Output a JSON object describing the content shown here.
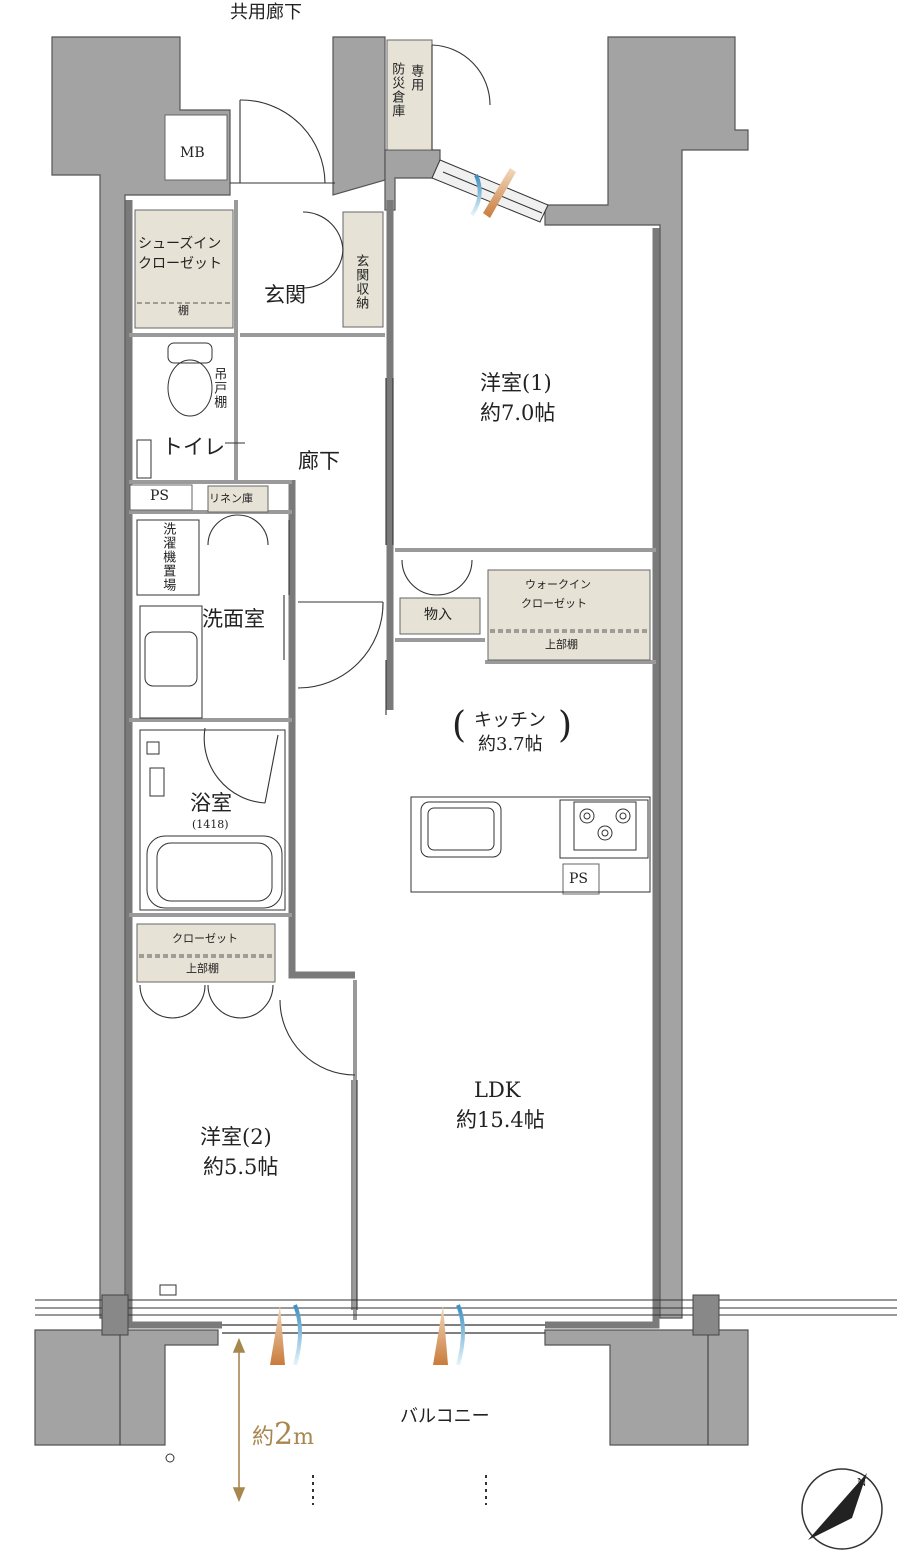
{
  "labels": {
    "corridor_top": "共用廊下",
    "mb": "MB",
    "disaster_store": "防災倉庫",
    "dedicated": "専用",
    "shoe_closet_1": "シューズイン",
    "shoe_closet_2": "クローゼット",
    "shelf": "棚",
    "entrance": "玄関",
    "entrance_storage": "玄関収納",
    "hanging_shelf": "吊戸棚",
    "toilet": "トイレ",
    "hallway": "廊下",
    "ps": "PS",
    "linen": "リネン庫",
    "laundry": "洗濯機置場",
    "washroom": "洗面室",
    "bath": "浴室",
    "bath_size": "(1418)",
    "closet": "クローゼット",
    "upper_shelf": "上部棚",
    "room1": "洋室(1)",
    "room1_size": "約7.0帖",
    "walkin_1": "ウォークイン",
    "walkin_2": "クローゼット",
    "storage": "物入",
    "kitchen": "キッチン",
    "kitchen_size": "約3.7帖",
    "ldk": "LDK",
    "ldk_size": "約15.4帖",
    "room2": "洋室(2)",
    "room2_size": "約5.5帖",
    "balcony": "バルコニー",
    "depth_prefix": "約",
    "depth_num": "2",
    "depth_unit": "m",
    "north": "N"
  },
  "colors": {
    "wall": "#a3a3a3",
    "wall_edge": "#555555",
    "storage_fill": "#e6e2d5",
    "accent": "#a8864e",
    "vent_blue": "#8cc8e0",
    "vent_orange": "#d9a06c"
  },
  "icons": {
    "north_arrow": "north-arrow-icon",
    "toilet": "toilet-icon",
    "bathtub": "bathtub-icon",
    "sink": "sink-icon",
    "stove": "stove-icon",
    "ventilation": "ventilation-icon"
  }
}
